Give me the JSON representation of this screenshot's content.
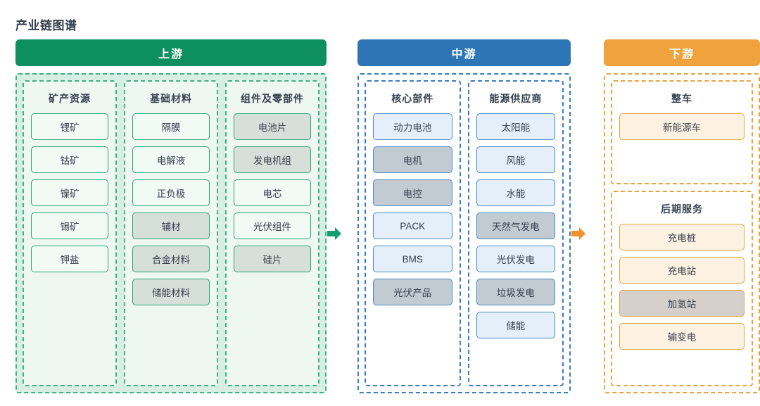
{
  "page": {
    "title": "产业链图谱"
  },
  "colors": {
    "upstream": "#0d8f62",
    "midstream": "#2e75b6",
    "downstream": "#f0a33c",
    "highlight": "#d7dfda"
  },
  "sections": [
    {
      "key": "upstream",
      "header": "上游",
      "groups": [
        {
          "title": "矿产资源",
          "items": [
            {
              "label": "锂矿",
              "highlighted": false
            },
            {
              "label": "钴矿",
              "highlighted": false
            },
            {
              "label": "镍矿",
              "highlighted": false
            },
            {
              "label": "锡矿",
              "highlighted": false
            },
            {
              "label": "钾盐",
              "highlighted": false
            }
          ]
        },
        {
          "title": "基础材料",
          "items": [
            {
              "label": "隔膜",
              "highlighted": false
            },
            {
              "label": "电解液",
              "highlighted": false
            },
            {
              "label": "正负极",
              "highlighted": false
            },
            {
              "label": "辅材",
              "highlighted": true
            },
            {
              "label": "合金材料",
              "highlighted": true
            },
            {
              "label": "储能材料",
              "highlighted": true
            }
          ]
        },
        {
          "title": "组件及零部件",
          "items": [
            {
              "label": "电池片",
              "highlighted": true
            },
            {
              "label": "发电机组",
              "highlighted": true
            },
            {
              "label": "电芯",
              "highlighted": false
            },
            {
              "label": "光伏组件",
              "highlighted": false
            },
            {
              "label": "硅片",
              "highlighted": true
            }
          ]
        }
      ]
    },
    {
      "key": "midstream",
      "header": "中游",
      "groups": [
        {
          "title": "核心部件",
          "items": [
            {
              "label": "动力电池",
              "highlighted": false
            },
            {
              "label": "电机",
              "highlighted": true
            },
            {
              "label": "电控",
              "highlighted": true
            },
            {
              "label": "PACK",
              "highlighted": false
            },
            {
              "label": "BMS",
              "highlighted": false
            },
            {
              "label": "光伏产品",
              "highlighted": true
            }
          ]
        },
        {
          "title": "能源供应商",
          "items": [
            {
              "label": "太阳能",
              "highlighted": false
            },
            {
              "label": "风能",
              "highlighted": false
            },
            {
              "label": "水能",
              "highlighted": false
            },
            {
              "label": "天然气发电",
              "highlighted": true
            },
            {
              "label": "光伏发电",
              "highlighted": false
            },
            {
              "label": "垃圾发电",
              "highlighted": true
            },
            {
              "label": "储能",
              "highlighted": false
            }
          ]
        }
      ]
    },
    {
      "key": "downstream",
      "header": "下游",
      "groups": [
        {
          "title": "整车",
          "items": [
            {
              "label": "新能源车",
              "highlighted": false
            }
          ]
        },
        {
          "title": "后期服务",
          "items": [
            {
              "label": "充电桩",
              "highlighted": false
            },
            {
              "label": "充电站",
              "highlighted": false
            },
            {
              "label": "加氢站",
              "highlighted": true
            },
            {
              "label": "输变电",
              "highlighted": false
            }
          ]
        }
      ]
    }
  ],
  "arrows": [
    {
      "name": "upstream-to-midstream",
      "color": "#13a06e"
    },
    {
      "name": "midstream-to-downstream",
      "color": "#f0922c"
    }
  ]
}
